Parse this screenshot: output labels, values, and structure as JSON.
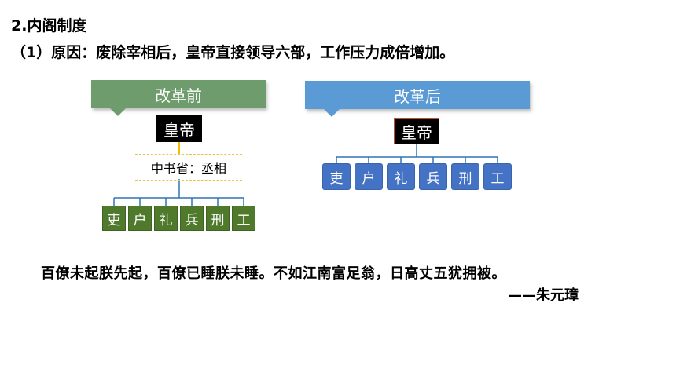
{
  "header": {
    "section_title": "2.内阁制度",
    "reason": "（1）原因：废除宰相后，皇帝直接领导六部，工作压力成倍增加。"
  },
  "before": {
    "banner": "改革前",
    "emperor": "皇帝",
    "chancellor": "中书省：丞相",
    "ministries": [
      "吏",
      "户",
      "礼",
      "兵",
      "刑",
      "工"
    ]
  },
  "after": {
    "banner": "改革后",
    "emperor": "皇帝",
    "ministries": [
      "吏",
      "户",
      "礼",
      "兵",
      "刑",
      "工"
    ]
  },
  "quote": {
    "text": "百僚未起朕先起，百僚已睡朕未睡。不如江南富足翁，日高丈五犹拥被。",
    "author": "——朱元璋"
  },
  "colors": {
    "before_banner": "#6e9c6c",
    "after_banner": "#5a9bd5",
    "before_ministry": "#4f7a2c",
    "after_ministry": "#4472c4",
    "connector_before": "#2e75b6",
    "connector_after": "#2e75b6",
    "emperor_link": "#f0c000"
  }
}
